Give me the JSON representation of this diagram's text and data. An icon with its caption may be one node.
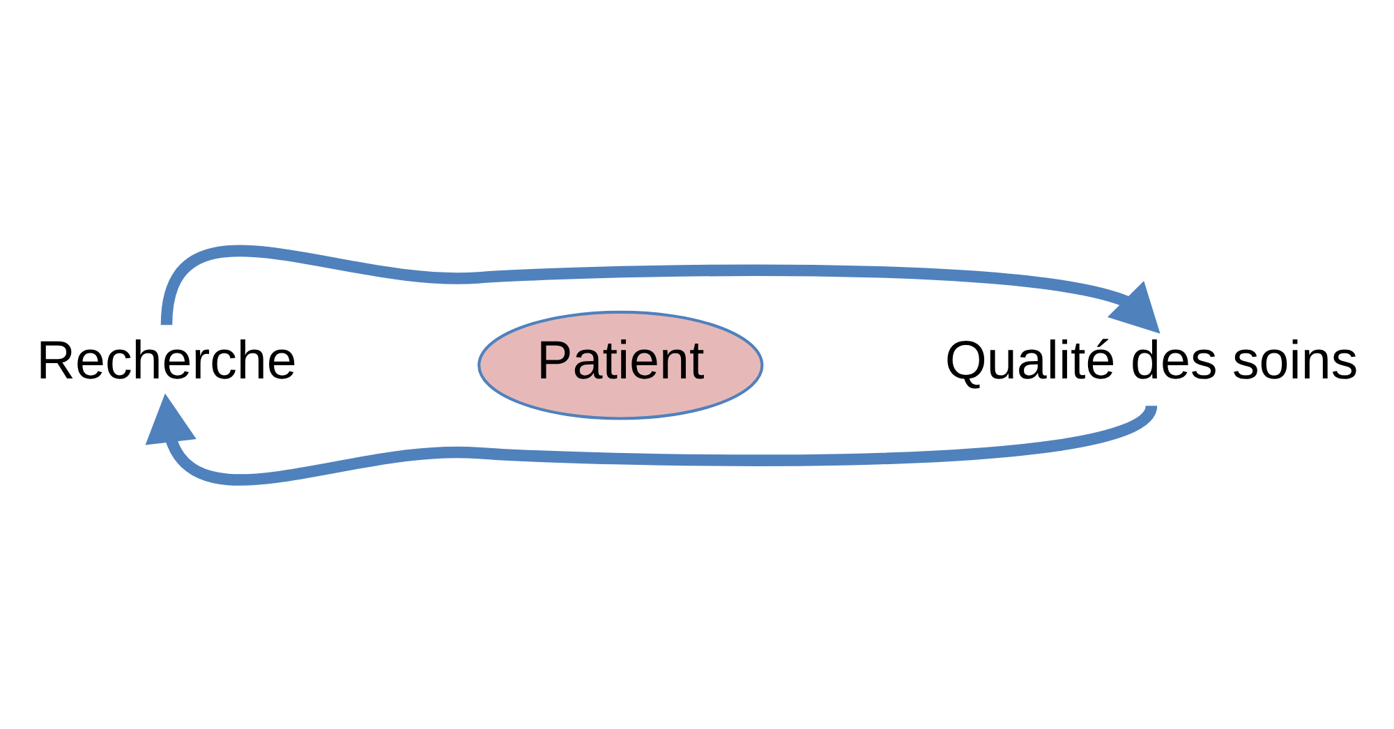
{
  "diagram": {
    "nodes": [
      {
        "text": [
          "Recherche"
        ]
      },
      {
        "text": [
          "Patient"
        ]
      },
      {
        "text": [
          "Qualité des soins"
        ]
      }
    ],
    "edges": [
      {
        "from": 0,
        "to": 2,
        "arrow": "to"
      },
      {
        "from": 2,
        "to": 0,
        "arrow": "to"
      }
    ]
  }
}
